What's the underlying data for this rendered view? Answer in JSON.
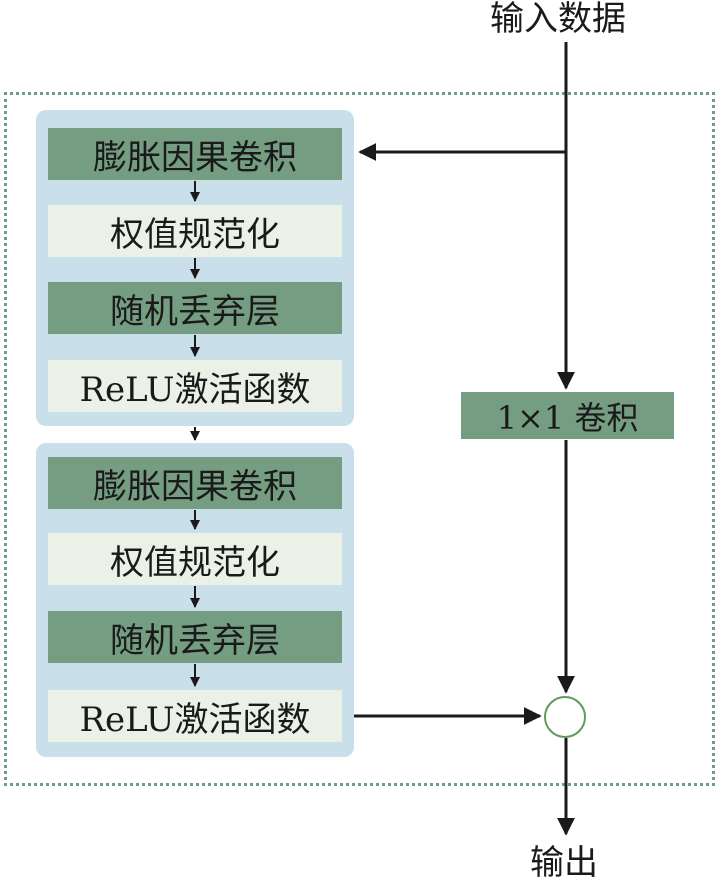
{
  "labels": {
    "input": "输入数据",
    "output": "输出",
    "conv1x1": "1×1 卷积"
  },
  "blocks": [
    {
      "layers": [
        "膨胀因果卷积",
        "权值规范化",
        "随机丢弃层",
        "ReLU激活函数"
      ]
    },
    {
      "layers": [
        "膨胀因果卷积",
        "权值规范化",
        "随机丢弃层",
        "ReLU激活函数"
      ]
    }
  ],
  "colors": {
    "dark_box": "#749d82",
    "light_box": "#ebf1e7",
    "group_bg": "#c9dfea",
    "dotted_border": "#6e9e86",
    "adder_stroke": "#5e9a5e"
  }
}
